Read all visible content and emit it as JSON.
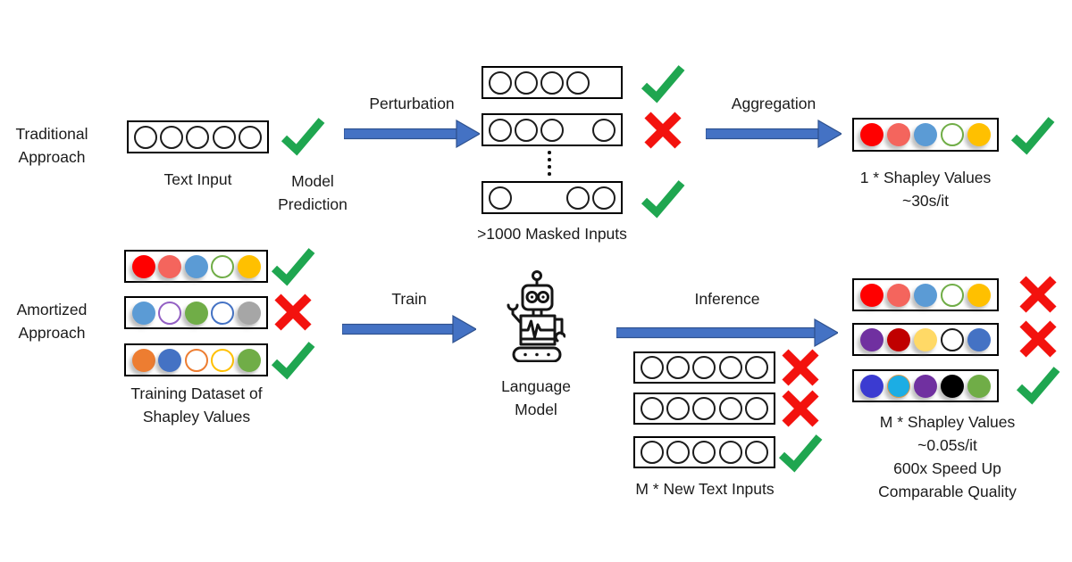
{
  "colors": {
    "arrow": "#4472C4",
    "arrow_edge": "#2F528F",
    "check": "#1FA650",
    "cross": "#F3120E",
    "box_border": "#000000"
  },
  "traditional": {
    "label": "Traditional\nApproach",
    "text_input": {
      "label": "Text Input",
      "tokens": [
        "e",
        "e",
        "e",
        "e",
        "e"
      ],
      "mark": "check"
    },
    "model_prediction_label": "Model\nPrediction",
    "perturbation_label": "Perturbation",
    "masked": {
      "label": ">1000 Masked Inputs",
      "rows": [
        {
          "tokens": [
            "e",
            "e",
            "e",
            "e",
            "g"
          ],
          "mark": "check"
        },
        {
          "tokens": [
            "e",
            "e",
            "e",
            "g",
            "e"
          ],
          "mark": "cross"
        },
        {
          "tokens": [
            "e",
            "g",
            "g",
            "e",
            "e"
          ],
          "mark": "check"
        }
      ]
    },
    "aggregation_label": "Aggregation",
    "output": {
      "label": "1 * Shapley Values\n~30s/it",
      "tokens": [
        {
          "f": "#FF0000"
        },
        {
          "f": "#F4655D"
        },
        {
          "f": "#5B9BD5"
        },
        {
          "o": "#70AD47"
        },
        {
          "f": "#FFC000"
        }
      ],
      "mark": "check"
    }
  },
  "amortized": {
    "label": "Amortized\nApproach",
    "training": {
      "label": "Training Dataset of\nShapley Values",
      "rows": [
        {
          "tokens": [
            {
              "f": "#FF0000"
            },
            {
              "f": "#F4655D"
            },
            {
              "f": "#5B9BD5"
            },
            {
              "o": "#70AD47"
            },
            {
              "f": "#FFC000"
            }
          ],
          "mark": "check"
        },
        {
          "tokens": [
            {
              "f": "#5B9BD5"
            },
            {
              "o": "#9360C4"
            },
            {
              "f": "#70AD47"
            },
            {
              "o": "#4472C4"
            },
            {
              "f": "#A6A6A6"
            }
          ],
          "mark": "cross"
        },
        {
          "tokens": [
            {
              "f": "#ED7D31"
            },
            {
              "f": "#4472C4"
            },
            {
              "o": "#ED7D31"
            },
            {
              "o": "#FFC000"
            },
            {
              "f": "#70AD47"
            }
          ],
          "mark": "check"
        }
      ]
    },
    "train_label": "Train",
    "language_model_label": "Language\nModel",
    "inference_label": "Inference",
    "new_inputs": {
      "label": "M * New Text Inputs",
      "rows": [
        {
          "tokens": [
            "e",
            "e",
            "e",
            "e",
            "e"
          ],
          "mark": "cross"
        },
        {
          "tokens": [
            "e",
            "e",
            "e",
            "e",
            "e"
          ],
          "mark": "cross"
        },
        {
          "tokens": [
            "e",
            "e",
            "e",
            "e",
            "e"
          ],
          "mark": "check"
        }
      ]
    },
    "outputs": {
      "label": "M * Shapley Values\n~0.05s/it\n600x Speed Up\nComparable Quality",
      "rows": [
        {
          "tokens": [
            {
              "f": "#FF0000"
            },
            {
              "f": "#F4655D"
            },
            {
              "f": "#5B9BD5"
            },
            {
              "o": "#70AD47"
            },
            {
              "f": "#FFC000"
            }
          ],
          "mark": "cross"
        },
        {
          "tokens": [
            {
              "f": "#7030A0"
            },
            {
              "f": "#C00000"
            },
            {
              "f": "#FFD966"
            },
            "e",
            {
              "f": "#4472C4"
            }
          ],
          "mark": "cross"
        },
        {
          "tokens": [
            {
              "f": "#3B3BD1"
            },
            {
              "f": "#1CADE4",
              "r": "#D99B4E"
            },
            {
              "f": "#7030A0"
            },
            {
              "f": "#000000"
            },
            {
              "f": "#70AD47"
            }
          ],
          "mark": "check"
        }
      ]
    }
  }
}
